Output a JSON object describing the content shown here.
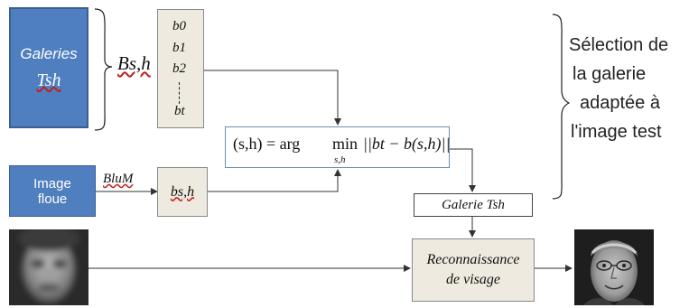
{
  "galleries_box": {
    "line1": "Galeries",
    "line2": "Tsh"
  },
  "bsh_label": "Bs,h",
  "vector_list": {
    "items": [
      "b0",
      "b1",
      "b2",
      "bt"
    ]
  },
  "blurred_box": {
    "line1": "Image",
    "line2": "floue"
  },
  "blum_label": "BluM",
  "bsh_box": "bs,h",
  "formula": "(s,h) = arg min ||bt − b(s,h)||",
  "formula_parts": {
    "lhs": "(s,h) = arg",
    "min": "min",
    "sub": "s,h",
    "norm": "||bt − b(s,h)||"
  },
  "selection_text": [
    "Sélection de",
    "la galerie",
    "adaptée à",
    "l'image test"
  ],
  "gallery_result": "Galerie Tsh",
  "recognition_box": {
    "line1": "Reconnaissance",
    "line2": "de visage"
  },
  "colors": {
    "blue": "#4f7fbf",
    "beige": "#eeeadf",
    "frame": "#6a8fb0"
  }
}
